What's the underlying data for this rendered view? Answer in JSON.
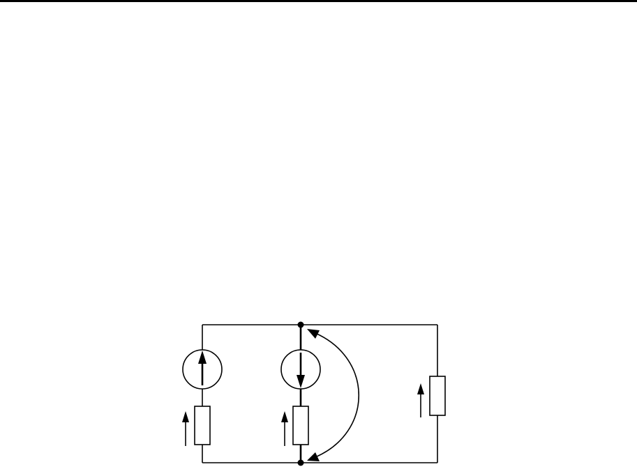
{
  "diagram": {
    "type": "electrical-circuit",
    "components": [
      {
        "id": "source-left",
        "kind": "current-source",
        "direction": "up"
      },
      {
        "id": "resistor-left",
        "kind": "resistor"
      },
      {
        "id": "source-middle",
        "kind": "current-source",
        "direction": "down"
      },
      {
        "id": "resistor-middle",
        "kind": "resistor"
      },
      {
        "id": "resistor-right",
        "kind": "resistor"
      }
    ],
    "nodes": [
      "top-node",
      "bottom-node"
    ],
    "annotations": [
      {
        "id": "voltage-arc",
        "kind": "voltage-arrow",
        "between": [
          "bottom-node",
          "top-node"
        ]
      },
      {
        "id": "arrow-left-resistor",
        "kind": "voltage-arrow",
        "direction": "up"
      },
      {
        "id": "arrow-middle-resistor",
        "kind": "voltage-arrow",
        "direction": "up"
      },
      {
        "id": "arrow-right-resistor",
        "kind": "voltage-arrow",
        "direction": "up"
      }
    ],
    "colors": {
      "line": "#000000",
      "background": "#ffffff"
    }
  }
}
